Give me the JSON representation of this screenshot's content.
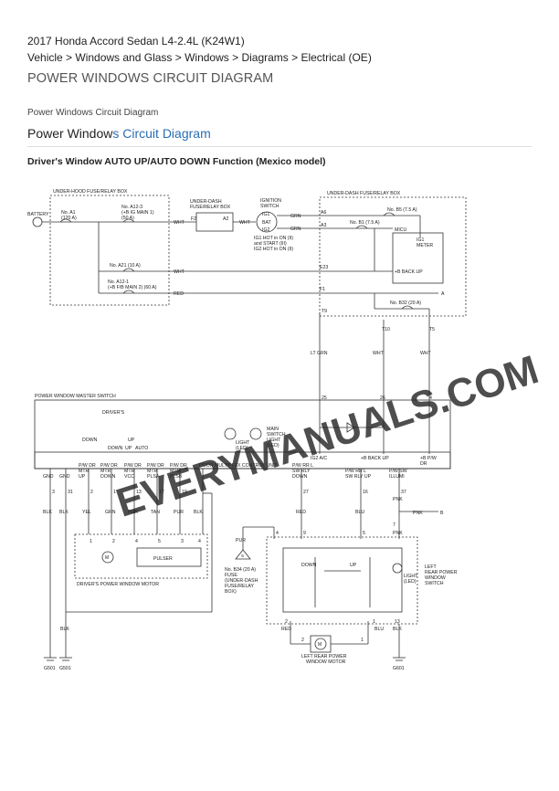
{
  "header": {
    "title": "2017 Honda Accord Sedan L4-2.4L (K24W1)",
    "breadcrumb": "Vehicle > Windows and Glass > Windows > Diagrams > Electrical (OE)",
    "page_title": "POWER WINDOWS CIRCUIT DIAGRAM"
  },
  "section": {
    "small_title": "Power Windows Circuit Diagram",
    "large_title_a": "Power Window",
    "large_title_b": "s Circuit Diagram",
    "diagram_title": "Driver's Window AUTO UP/AUTO DOWN Function (Mexico model)"
  },
  "watermark": "EVERYMANUALS.COM",
  "colors": {
    "accent": "#2a6db3",
    "watermark": "#b8b8b8",
    "wire": "#333333"
  },
  "diagram": {
    "battery": "BATTERY",
    "underhood_box": "UNDER-HOOD FUSE/RELAY BOX",
    "fuse_a1": "No. A1",
    "fuse_a1_val": "(120 A)",
    "fuse_a12_3a": "No. A12-3",
    "fuse_a12_3b": "(+B IG MAIN 1)",
    "fuse_a12_3c": "(50 A)",
    "fuse_a21": "No. A21 (10 A)",
    "fuse_a12_1a": "No. A12-1",
    "fuse_a12_1b": "(+B F/B MAIN 2) (60 A)",
    "underdash_box_a": "UNDER-DASH",
    "underdash_box_b": "FUSE/RELAY BOX",
    "f2": "F2",
    "a2": "A2",
    "wht": "WHT",
    "red": "RED",
    "grn": "GRN",
    "ignition_a": "IGNITION",
    "ignition_b": "SWITCH",
    "ig1": "IG1",
    "bat": "BAT",
    "ig2": "IG2",
    "pin1": "1",
    "pin2": "2",
    "pin3": "3",
    "pin4": "4",
    "pin5": "5",
    "pin7": "7",
    "pin9": "9",
    "pin13": "13",
    "pin17": "17",
    "pin19": "19",
    "pin25": "25",
    "pin26": "26",
    "pin27": "27",
    "pin31": "31",
    "pin37": "37",
    "pin16": "16",
    "pin8": "8",
    "ig_note1": "IG1 HOT in ON (II)",
    "ig_note2": "and START (III)",
    "ig_note3": "IG2 HOT in ON (II)",
    "underdash_box2": "UNDER-DASH FUSE/RELAY BOX",
    "a6": "A6",
    "a3": "A3",
    "fuse_b5": "No. B5 (7.5 A)",
    "fuse_b1": "No. B1 (7.5 A)",
    "micu": "MICU",
    "ig1_meter_a": "IG1",
    "ig1_meter_b": "METER",
    "e23": "E23",
    "f1": "F1",
    "b_back_up": "+B BACK UP",
    "fuse_b32": "No. B32 (20 A)",
    "t9": "T9",
    "t10": "T10",
    "t5": "T5",
    "lt_grn": "LT GRN",
    "wht_s": "WHT",
    "a_label": "A",
    "b_label": "B",
    "pwm_switch": "POWER WINDOW MASTER SWITCH",
    "drivers": "DRIVER'S",
    "down": "DOWN",
    "up": "UP",
    "auto": "AUTO",
    "light_a": "LIGHT",
    "light_b": "(LED)",
    "main_sw_a": "MAIN",
    "main_sw_b": "SWITCH",
    "main_sw_c": "LIGHT",
    "main_sw_d": "(LED)",
    "ig2_ac": "IG2 A/C",
    "b_back_up2": "+B BACK UP",
    "b_pw_dr_a": "+B P/W",
    "b_pw_dr_b": "DR",
    "gnd": "GND",
    "pw_dr_mtr_up_a": "P/W DR",
    "pw_dr_mtr_up_b": "MTR",
    "pw_dr_mtr_up_c": "UP",
    "pw_dr_mtr_down_c": "DOWN",
    "pw_dr_mtr_vcc_c": "VCC",
    "pw_dr_mtr_plsa_c": "PLSA",
    "pw_dr_mtr_plsb_c": "PLSB",
    "dmcu": "DOOR MULTIPLEX CONTROL UNIT",
    "pw_rr_down_a": "P/W RR L",
    "pw_rr_down_b": "SW RLY",
    "pw_rr_down_c": "DOWN",
    "pw_rr_up_a": "P/W RR L",
    "pw_rr_up_b": "SW RLY UP",
    "pw_sw_illumi_a": "P/W SW",
    "pw_sw_illumi_b": "ILLUMI",
    "blk": "BLK",
    "yel": "YEL",
    "pur": "PUR",
    "tan": "TAN",
    "blu": "BLU",
    "pnk": "PNK",
    "pulser": "PULSER",
    "drv_motor": "DRIVER'S POWER WINDOW MOTOR",
    "fuse_b34_a": "No. B34 (20 A)",
    "fuse_b34_b": "FUSE",
    "fuse_b34_c": "(UNDER-DASH",
    "fuse_b34_d": "FUSE/RELAY",
    "fuse_b34_e": "BOX)",
    "lr_sw_a": "LEFT",
    "lr_sw_b": "REAR POWER",
    "lr_sw_c": "WINDOW",
    "lr_sw_d": "SWITCH",
    "light_lr_a": "LIGHT",
    "light_lr_b": "(LED)",
    "lr_motor_a": "LEFT REAR POWER",
    "lr_motor_b": "WINDOW MOTOR",
    "g501": "G501",
    "g601": "G601",
    "m": "M",
    "s": "S"
  }
}
